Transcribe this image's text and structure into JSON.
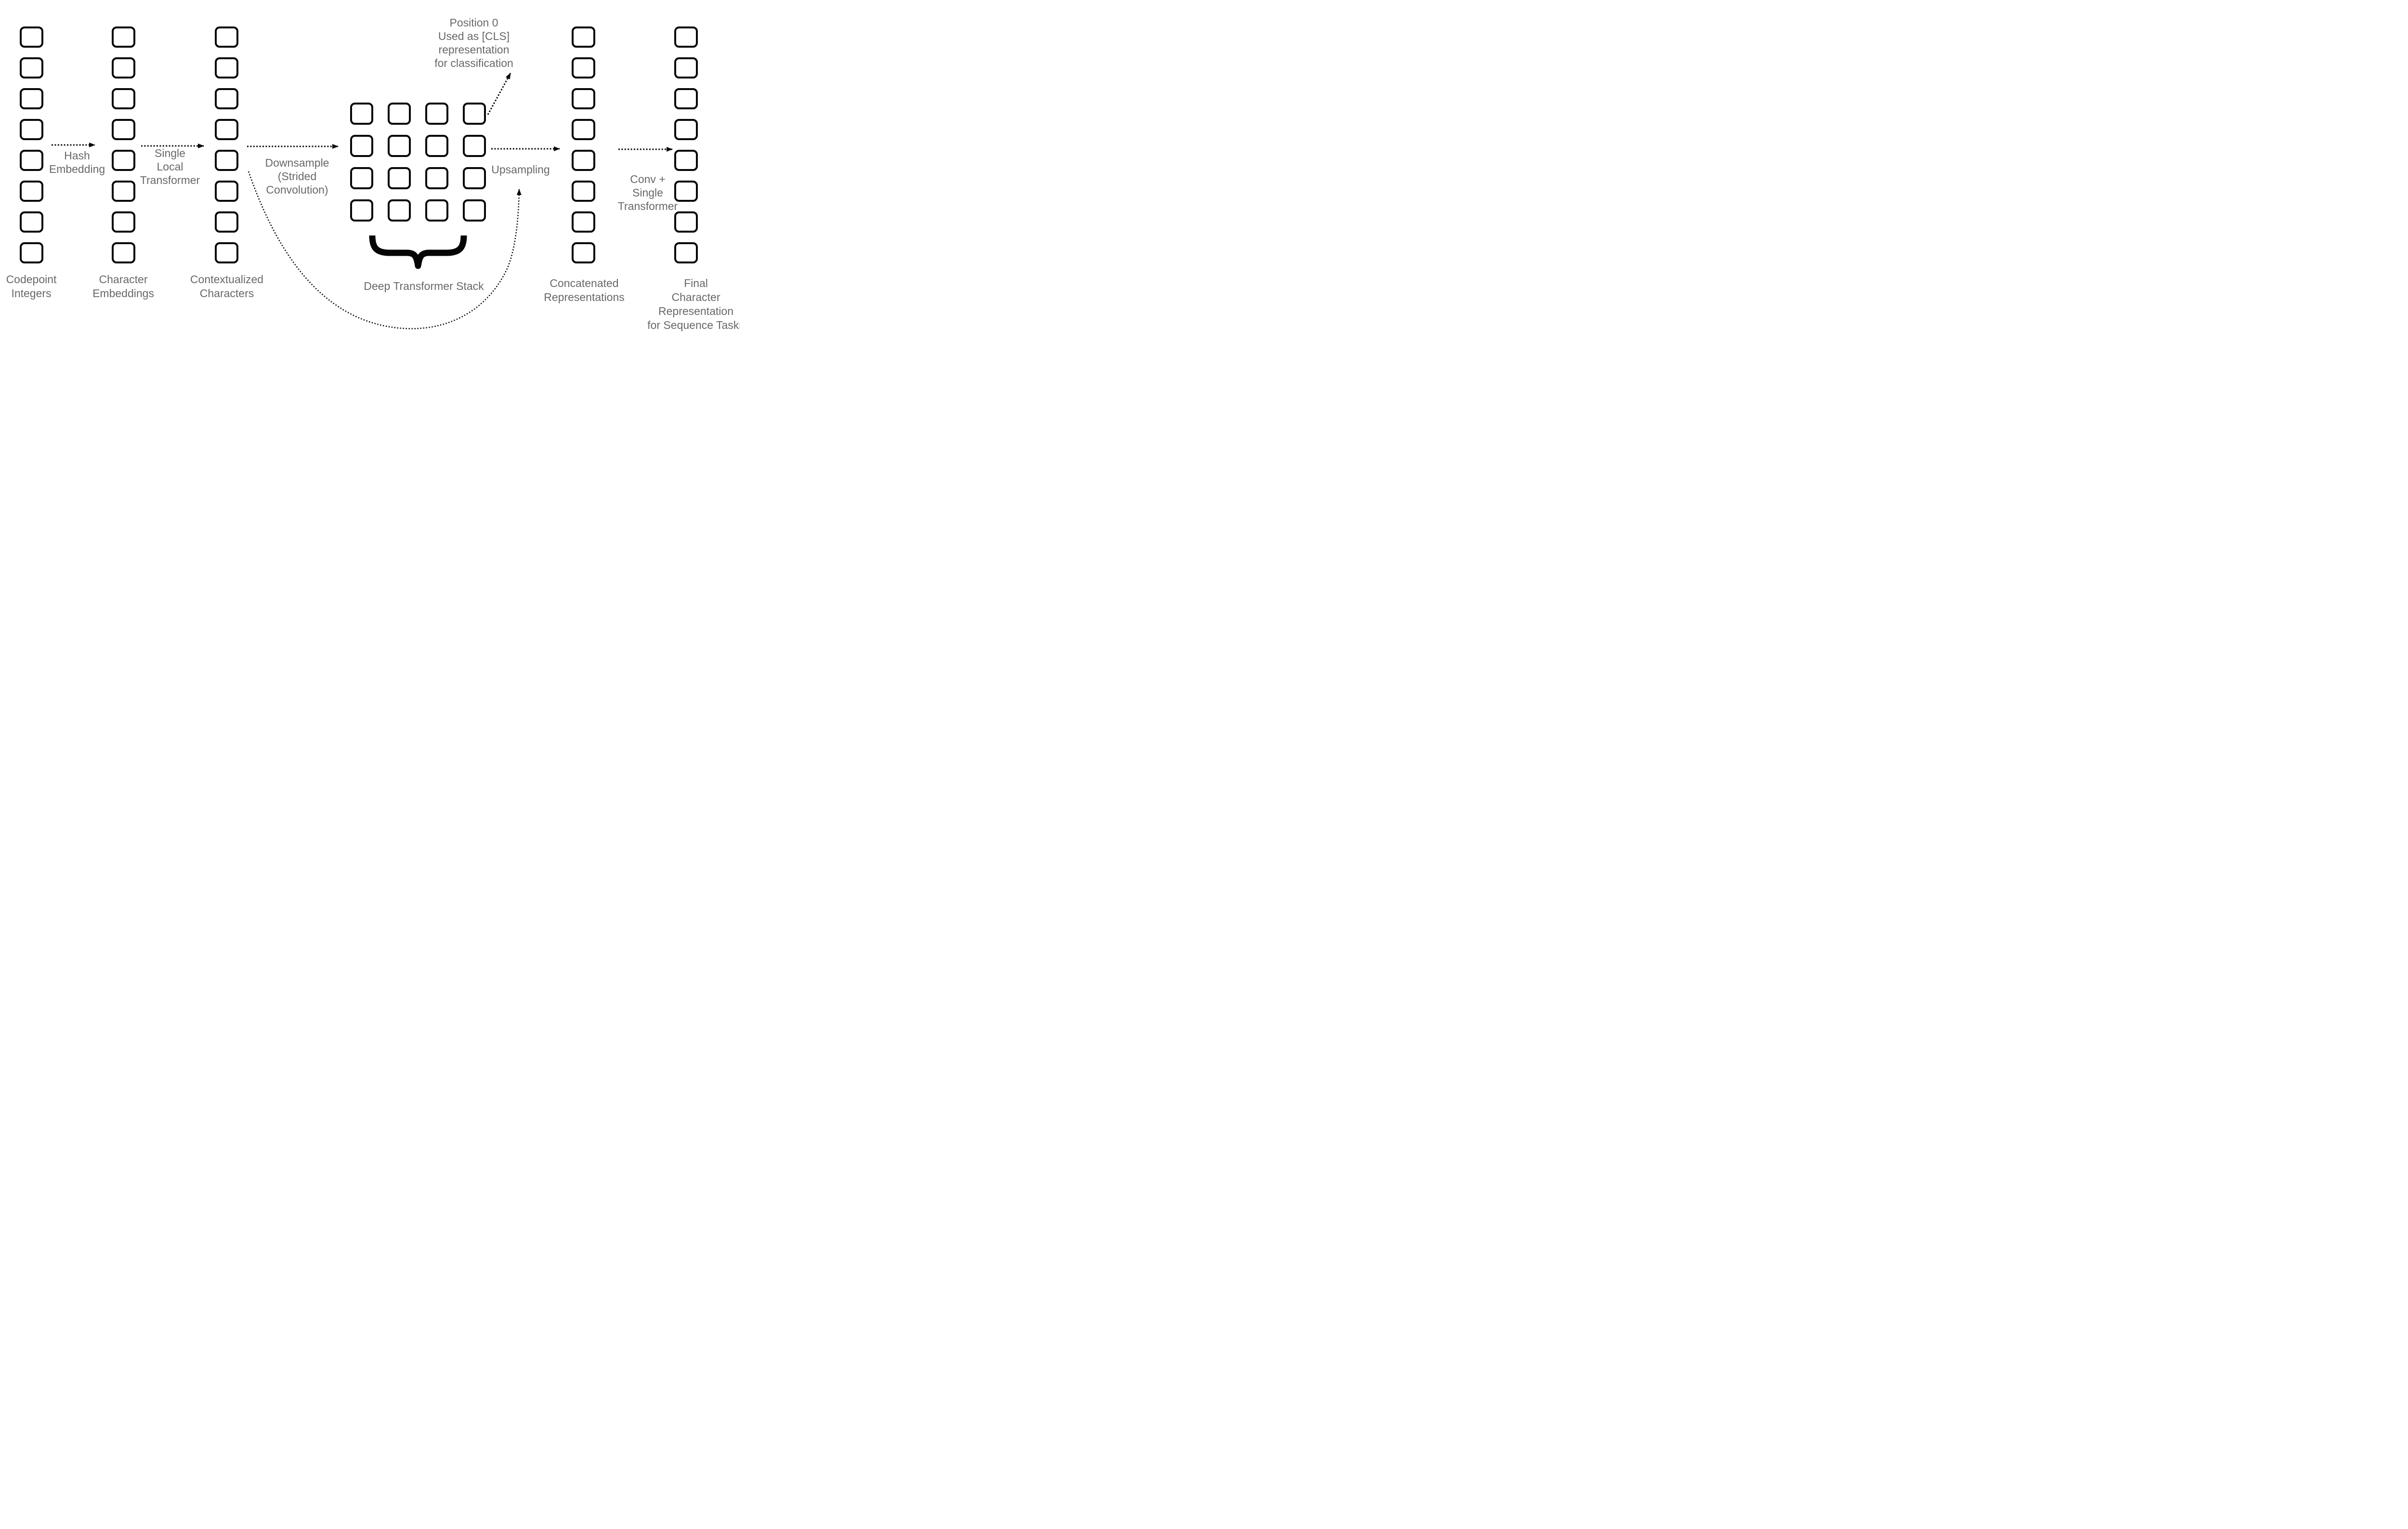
{
  "annotation": {
    "lines": [
      "Position 0",
      "Used as [CLS]",
      "representation",
      "for classification"
    ]
  },
  "stages": {
    "codepoint": {
      "label_lines": [
        "Codepoint",
        "Integers"
      ],
      "boxes": 8
    },
    "char_emb": {
      "label_lines": [
        "Character",
        "Embeddings"
      ],
      "boxes": 8
    },
    "ctx_chars": {
      "label_lines": [
        "Contextualized",
        "Characters"
      ],
      "boxes": 8
    },
    "deep_stack": {
      "label_lines": [
        "Deep Transformer Stack"
      ],
      "grid": {
        "rows": 4,
        "cols": 4
      }
    },
    "concat": {
      "label_lines": [
        "Concatenated",
        "Representations"
      ],
      "boxes": 8
    },
    "final": {
      "label_lines": [
        "Final",
        "Character",
        "Representation",
        "for Sequence Tasks"
      ],
      "boxes": 8
    }
  },
  "arrows": {
    "hash": {
      "label_lines": [
        "Hash",
        "Embedding"
      ]
    },
    "local": {
      "label_lines": [
        "Single",
        "Local",
        "Transformer"
      ]
    },
    "downsample": {
      "label_lines": [
        "Downsample",
        "(Strided",
        "Convolution)"
      ]
    },
    "upsampling": {
      "label_lines": [
        "Upsampling"
      ]
    },
    "conv": {
      "label_lines": [
        "Conv +",
        "Single",
        "Transformer"
      ]
    }
  },
  "colors": {
    "background": "#ffffff",
    "box_border": "#060606",
    "text": "#686868",
    "arrow": "#0a0a0a",
    "brace": "#050505"
  }
}
